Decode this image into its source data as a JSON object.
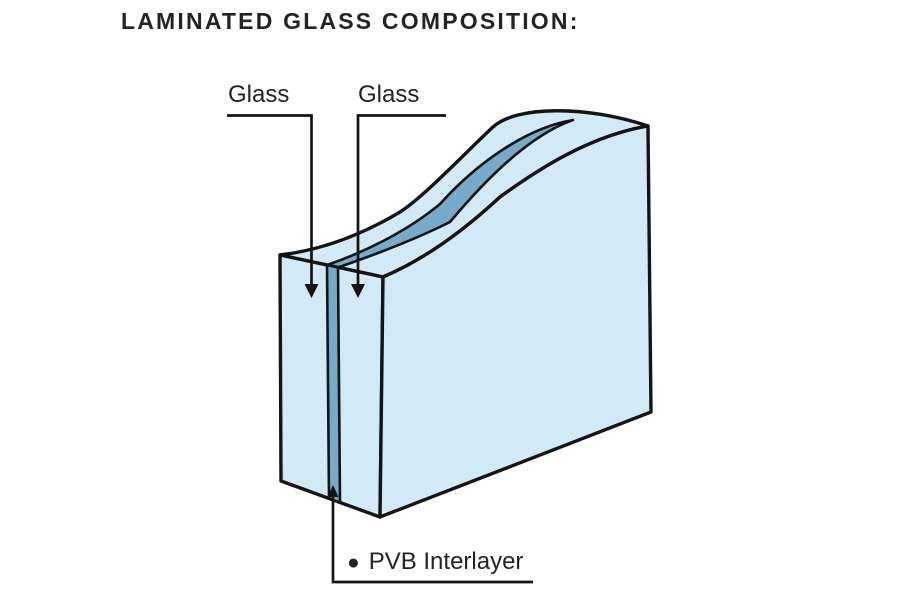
{
  "title": {
    "text": "LAMINATED GLASS COMPOSITION:"
  },
  "callouts": {
    "glass_left": {
      "label": "Glass"
    },
    "glass_right": {
      "label": "Glass"
    },
    "pvb": {
      "label": "PVB Interlayer",
      "bullet": "●"
    }
  },
  "colors": {
    "background": "#ffffff",
    "glass_fill": "#d2eaf6",
    "pvb_fill": "#77a9c9",
    "outline": "#141414",
    "text": "#232323"
  }
}
